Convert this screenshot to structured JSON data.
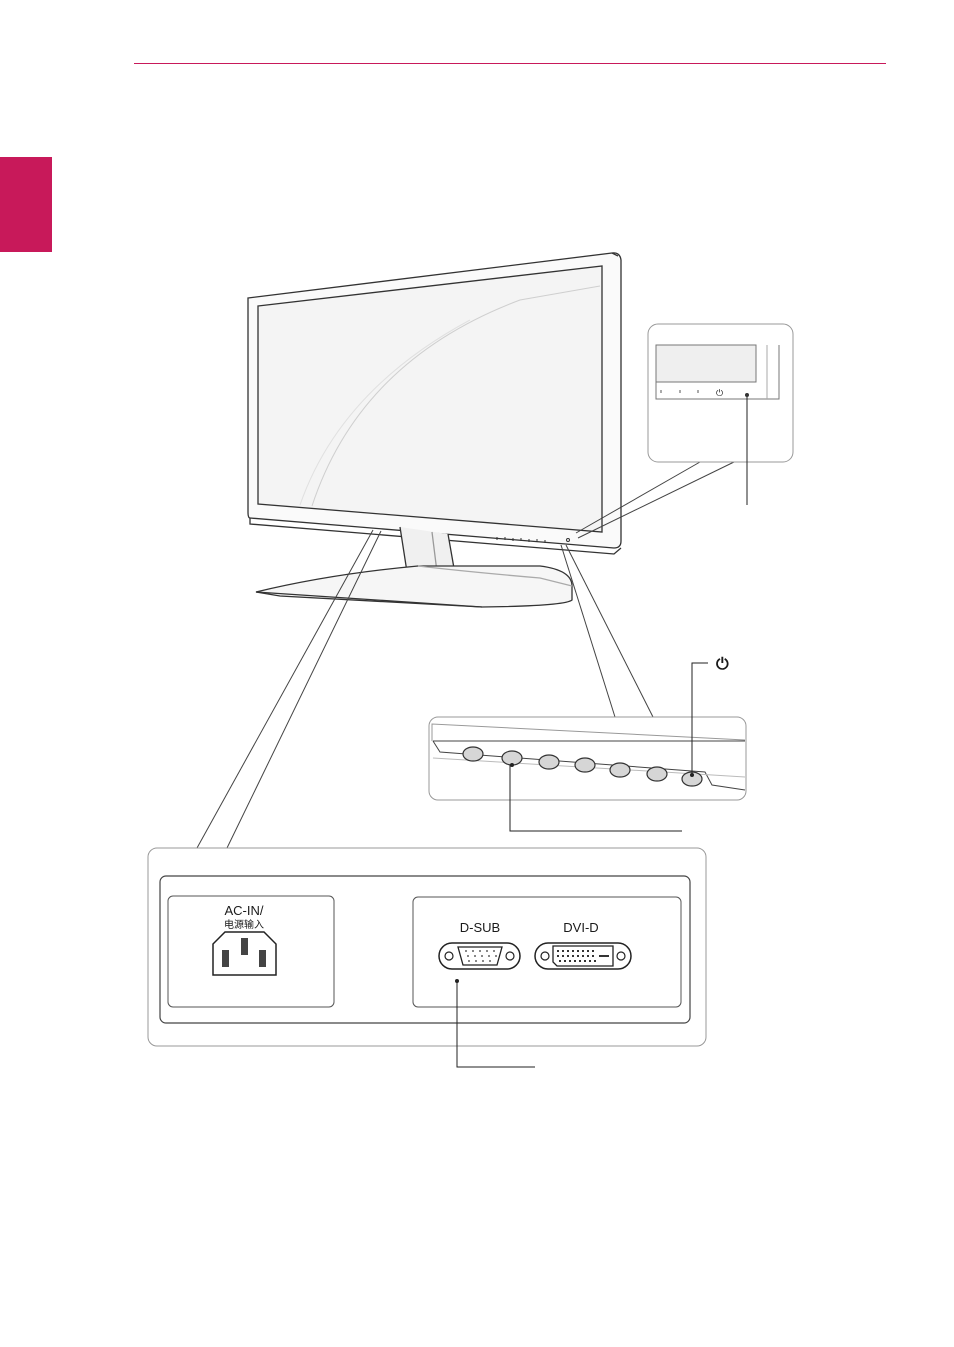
{
  "page": {
    "accent_color": "#c8195a"
  },
  "diagram": {
    "ports": {
      "ac_in_label": "AC-IN/",
      "ac_in_sublabel": "电源输入",
      "dsub_label": "D-SUB",
      "dvid_label": "DVI-D"
    },
    "power_button_symbol": "⏻"
  }
}
